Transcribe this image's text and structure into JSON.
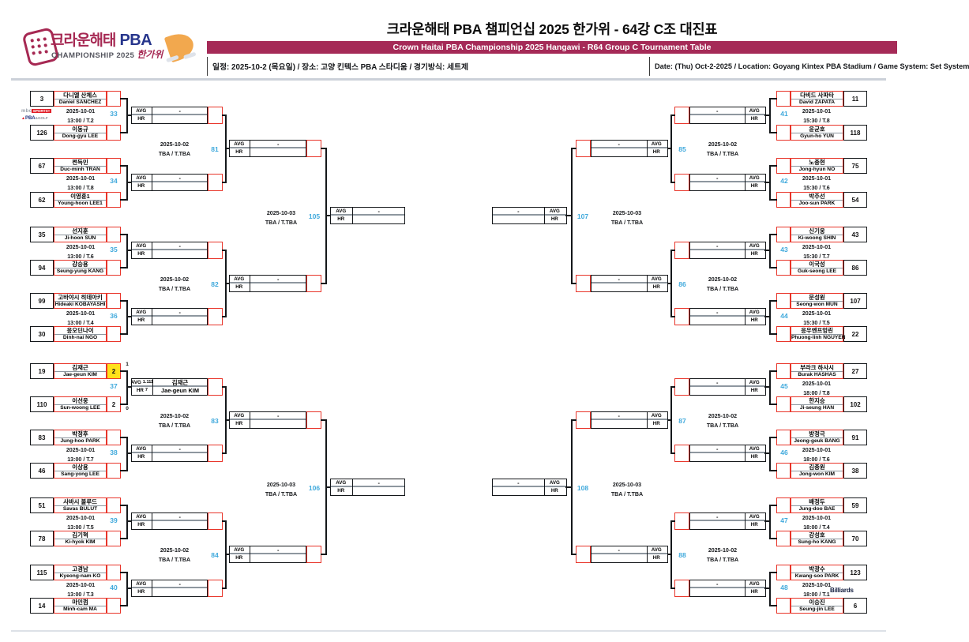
{
  "header": {
    "title_kr": "크라운해태 PBA 챔피언십 2025 한가위 - 64강 C조 대진표",
    "subtitle_en": "Crown Haitai PBA Championship 2025 Hangawi - R64 Group C Tournament Table",
    "info_kr": "일정: 2025-10-2 (목요일) / 장소: 고양 킨텍스 PBA 스타디움 / 경기방식: 세트제",
    "info_en": "Date: (Thu) Oct-2-2025 / Location: Goyang Kintex PBA Stadium / Game System: Set System",
    "logo": {
      "kr": "크라운해태",
      "pba": " PBA",
      "sub": "CHAMPIONSHIP 2025 ",
      "sub_kr": "한가위"
    }
  },
  "labels": {
    "avg": "AVG",
    "hr": "HR"
  },
  "broadcasters": {
    "mbc_1": "mbc",
    "mbc_badge": "SPORTS+",
    "tri": "▲",
    "mbc_2a": "PBA",
    "mbc_2b": "&GOLF",
    "billiards": "Billiards",
    "billiards_sup": "TV"
  },
  "colors": {
    "accent_red": "#e8352a",
    "match_blue": "#3fa9dc",
    "maroon": "#a52a57",
    "winner_yellow": "#ffe11a"
  },
  "r64": [
    {
      "no": "33",
      "side": "L",
      "row": 0,
      "date": "2025-10-01",
      "time": "13:00 / T.2",
      "logos": "mbc",
      "p1": {
        "seed": "3",
        "kr": "다니엘 산체스",
        "en": "Daniel SANCHEZ",
        "score": "",
        "shoot": ""
      },
      "p2": {
        "seed": "126",
        "kr": "이동규",
        "en": "Dong-gyu LEE",
        "score": "",
        "shoot": ""
      },
      "slot": {
        "top": "-",
        "bottom": "",
        "avg_stat": "",
        "hr_stat": ""
      }
    },
    {
      "no": "34",
      "side": "L",
      "row": 1,
      "date": "2025-10-01",
      "time": "13:00 / T.8",
      "logos": "",
      "p1": {
        "seed": "67",
        "kr": "쩐득민",
        "en": "Duc-minh TRAN",
        "score": "",
        "shoot": ""
      },
      "p2": {
        "seed": "62",
        "kr": "이영훈1",
        "en": "Young-hoon LEE1",
        "score": "",
        "shoot": ""
      },
      "slot": {
        "top": "-",
        "bottom": "",
        "avg_stat": "",
        "hr_stat": ""
      }
    },
    {
      "no": "35",
      "side": "L",
      "row": 2,
      "date": "2025-10-01",
      "time": "13:00 / T.6",
      "logos": "",
      "p1": {
        "seed": "35",
        "kr": "선지훈",
        "en": "Ji-hoon SUN",
        "score": "",
        "shoot": ""
      },
      "p2": {
        "seed": "94",
        "kr": "강승용",
        "en": "Seung-yung KANG",
        "score": "",
        "shoot": ""
      },
      "slot": {
        "top": "-",
        "bottom": "",
        "avg_stat": "",
        "hr_stat": ""
      }
    },
    {
      "no": "36",
      "side": "L",
      "row": 3,
      "date": "2025-10-01",
      "time": "13:00 / T.4",
      "logos": "",
      "p1": {
        "seed": "99",
        "kr": "고바야시 히데아키",
        "en": "Hideaki KOBAYASHI",
        "score": "",
        "shoot": ""
      },
      "p2": {
        "seed": "30",
        "kr": "응오딘나이",
        "en": "Dinh-nai NGO",
        "score": "",
        "shoot": ""
      },
      "slot": {
        "top": "-",
        "bottom": "",
        "avg_stat": "",
        "hr_stat": ""
      }
    },
    {
      "no": "37",
      "side": "L",
      "row": 4,
      "date": "",
      "time": "",
      "logos": "",
      "p1": {
        "seed": "19",
        "kr": "김재근",
        "en": "Jae-geun KIM",
        "score": "2",
        "winner": true,
        "shoot": "1"
      },
      "p2": {
        "seed": "110",
        "kr": "이선웅",
        "en": "Sun-woong LEE",
        "score": "2",
        "shoot": "0"
      },
      "slot": {
        "top": "김재근",
        "bottom": "Jae-geun KIM",
        "avg_stat": "1.111",
        "hr_stat": "7"
      }
    },
    {
      "no": "38",
      "side": "L",
      "row": 5,
      "date": "2025-10-01",
      "time": "13:00 / T.7",
      "logos": "",
      "p1": {
        "seed": "83",
        "kr": "박정후",
        "en": "Jung-hoo PARK",
        "score": "",
        "shoot": ""
      },
      "p2": {
        "seed": "46",
        "kr": "이상용",
        "en": "Sang-yong LEE",
        "score": "",
        "shoot": ""
      },
      "slot": {
        "top": "-",
        "bottom": "",
        "avg_stat": "",
        "hr_stat": ""
      }
    },
    {
      "no": "39",
      "side": "L",
      "row": 6,
      "date": "2025-10-01",
      "time": "13:00 / T.5",
      "logos": "",
      "p1": {
        "seed": "51",
        "kr": "사바시 불루드",
        "en": "Savas BULUT",
        "score": "",
        "shoot": ""
      },
      "p2": {
        "seed": "78",
        "kr": "김기혁",
        "en": "Ki-hyok KIM",
        "score": "",
        "shoot": ""
      },
      "slot": {
        "top": "-",
        "bottom": "",
        "avg_stat": "",
        "hr_stat": ""
      }
    },
    {
      "no": "40",
      "side": "L",
      "row": 7,
      "date": "2025-10-01",
      "time": "13:00 / T.3",
      "logos": "",
      "p1": {
        "seed": "115",
        "kr": "고경남",
        "en": "Kyeong-nam KO",
        "score": "",
        "shoot": ""
      },
      "p2": {
        "seed": "14",
        "kr": "마민껌",
        "en": "Minh-cam MA",
        "score": "",
        "shoot": ""
      },
      "slot": {
        "top": "-",
        "bottom": "",
        "avg_stat": "",
        "hr_stat": ""
      }
    },
    {
      "no": "41",
      "side": "R",
      "row": 0,
      "date": "2025-10-01",
      "time": "15:30 / T.8",
      "logos": "",
      "p1": {
        "seed": "11",
        "kr": "다비드 사파타",
        "en": "David ZAPATA",
        "score": "",
        "shoot": ""
      },
      "p2": {
        "seed": "118",
        "kr": "윤균호",
        "en": "Gyun-ho YUN",
        "score": "",
        "shoot": ""
      },
      "slot": {
        "top": "-",
        "bottom": "",
        "avg_stat": "",
        "hr_stat": ""
      }
    },
    {
      "no": "42",
      "side": "R",
      "row": 1,
      "date": "2025-10-01",
      "time": "15:30 / T.6",
      "logos": "",
      "p1": {
        "seed": "75",
        "kr": "노종현",
        "en": "Jong-hyun NO",
        "score": "",
        "shoot": ""
      },
      "p2": {
        "seed": "54",
        "kr": "박주선",
        "en": "Joo-sun PARK",
        "score": "",
        "shoot": ""
      },
      "slot": {
        "top": "-",
        "bottom": "",
        "avg_stat": "",
        "hr_stat": ""
      }
    },
    {
      "no": "43",
      "side": "R",
      "row": 2,
      "date": "2025-10-01",
      "time": "15:30 / T.7",
      "logos": "",
      "p1": {
        "seed": "43",
        "kr": "신기웅",
        "en": "Ki-woong SHIN",
        "score": "",
        "shoot": ""
      },
      "p2": {
        "seed": "86",
        "kr": "이국성",
        "en": "Guk-seong LEE",
        "score": "",
        "shoot": ""
      },
      "slot": {
        "top": "-",
        "bottom": "",
        "avg_stat": "",
        "hr_stat": ""
      }
    },
    {
      "no": "44",
      "side": "R",
      "row": 3,
      "date": "2025-10-01",
      "time": "15:30 / T.5",
      "logos": "",
      "p1": {
        "seed": "107",
        "kr": "문성원",
        "en": "Seong-won MUN",
        "score": "",
        "shoot": ""
      },
      "p2": {
        "seed": "22",
        "kr": "응우옌프엉린",
        "en": "Phuong-linh NGUYEN",
        "score": "",
        "shoot": ""
      },
      "slot": {
        "top": "-",
        "bottom": "",
        "avg_stat": "",
        "hr_stat": ""
      }
    },
    {
      "no": "45",
      "side": "R",
      "row": 4,
      "date": "2025-10-01",
      "time": "18:00 / T.8",
      "logos": "",
      "p1": {
        "seed": "27",
        "kr": "부라크 하사시",
        "en": "Burak HASHAS",
        "score": "",
        "shoot": ""
      },
      "p2": {
        "seed": "102",
        "kr": "한지승",
        "en": "Ji-seung HAN",
        "score": "",
        "shoot": ""
      },
      "slot": {
        "top": "-",
        "bottom": "",
        "avg_stat": "",
        "hr_stat": ""
      }
    },
    {
      "no": "46",
      "side": "R",
      "row": 5,
      "date": "2025-10-01",
      "time": "18:00 / T.6",
      "logos": "",
      "p1": {
        "seed": "91",
        "kr": "방정극",
        "en": "Jeong-geuk BANG",
        "score": "",
        "shoot": ""
      },
      "p2": {
        "seed": "38",
        "kr": "김종원",
        "en": "Jong-won KIM",
        "score": "",
        "shoot": ""
      },
      "slot": {
        "top": "-",
        "bottom": "",
        "avg_stat": "",
        "hr_stat": ""
      }
    },
    {
      "no": "47",
      "side": "R",
      "row": 6,
      "date": "2025-10-01",
      "time": "18:00 / T.4",
      "logos": "",
      "p1": {
        "seed": "59",
        "kr": "배정두",
        "en": "Jung-doo BAE",
        "score": "",
        "shoot": ""
      },
      "p2": {
        "seed": "70",
        "kr": "강성호",
        "en": "Sung-ho KANG",
        "score": "",
        "shoot": ""
      },
      "slot": {
        "top": "-",
        "bottom": "",
        "avg_stat": "",
        "hr_stat": ""
      }
    },
    {
      "no": "48",
      "side": "R",
      "row": 7,
      "date": "2025-10-01",
      "time": "18:00 / T.1",
      "logos": "billiards",
      "p1": {
        "seed": "123",
        "kr": "박광수",
        "en": "Kwang-soo PARK",
        "score": "",
        "shoot": ""
      },
      "p2": {
        "seed": "6",
        "kr": "이승진",
        "en": "Seung-jin LEE",
        "score": "",
        "shoot": ""
      },
      "slot": {
        "top": "-",
        "bottom": "",
        "avg_stat": "",
        "hr_stat": ""
      }
    }
  ],
  "r32": [
    {
      "no": "81",
      "side": "L",
      "pair": 0,
      "date": "2025-10-02",
      "tba": "TBA / T.TBA",
      "slot": {
        "top": "-",
        "bottom": "",
        "avg_stat": "",
        "hr_stat": ""
      }
    },
    {
      "no": "82",
      "side": "L",
      "pair": 1,
      "date": "2025-10-02",
      "tba": "TBA / T.TBA",
      "slot": {
        "top": "-",
        "bottom": "",
        "avg_stat": "",
        "hr_stat": ""
      }
    },
    {
      "no": "83",
      "side": "L",
      "pair": 2,
      "date": "2025-10-02",
      "tba": "TBA / T.TBA",
      "slot": {
        "top": "-",
        "bottom": "",
        "avg_stat": "",
        "hr_stat": ""
      }
    },
    {
      "no": "84",
      "side": "L",
      "pair": 3,
      "date": "2025-10-02",
      "tba": "TBA / T.TBA",
      "slot": {
        "top": "-",
        "bottom": "",
        "avg_stat": "",
        "hr_stat": ""
      }
    },
    {
      "no": "85",
      "side": "R",
      "pair": 0,
      "date": "2025-10-02",
      "tba": "TBA / T.TBA",
      "slot": {
        "top": "-",
        "bottom": "",
        "avg_stat": "",
        "hr_stat": ""
      }
    },
    {
      "no": "86",
      "side": "R",
      "pair": 1,
      "date": "2025-10-02",
      "tba": "TBA / T.TBA",
      "slot": {
        "top": "-",
        "bottom": "",
        "avg_stat": "",
        "hr_stat": ""
      }
    },
    {
      "no": "87",
      "side": "R",
      "pair": 2,
      "date": "2025-10-02",
      "tba": "TBA / T.TBA",
      "slot": {
        "top": "-",
        "bottom": "",
        "avg_stat": "",
        "hr_stat": ""
      }
    },
    {
      "no": "88",
      "side": "R",
      "pair": 3,
      "date": "2025-10-02",
      "tba": "TBA / T.TBA",
      "slot": {
        "top": "-",
        "bottom": "",
        "avg_stat": "",
        "hr_stat": ""
      }
    }
  ],
  "r16": [
    {
      "no": "105",
      "side": "L",
      "pair": 0,
      "date": "2025-10-03",
      "tba": "TBA / T.TBA",
      "slot": {
        "top": "-",
        "bottom": "",
        "avg_stat": "",
        "hr_stat": ""
      }
    },
    {
      "no": "106",
      "side": "L",
      "pair": 1,
      "date": "2025-10-03",
      "tba": "TBA / T.TBA",
      "slot": {
        "top": "-",
        "bottom": "",
        "avg_stat": "",
        "hr_stat": ""
      }
    },
    {
      "no": "107",
      "side": "R",
      "pair": 0,
      "date": "2025-10-03",
      "tba": "TBA / T.TBA",
      "slot": {
        "top": "-",
        "bottom": "",
        "avg_stat": "",
        "hr_stat": ""
      }
    },
    {
      "no": "108",
      "side": "R",
      "pair": 1,
      "date": "2025-10-03",
      "tba": "TBA / T.TBA",
      "slot": {
        "top": "-",
        "bottom": "",
        "avg_stat": "",
        "hr_stat": ""
      }
    }
  ]
}
